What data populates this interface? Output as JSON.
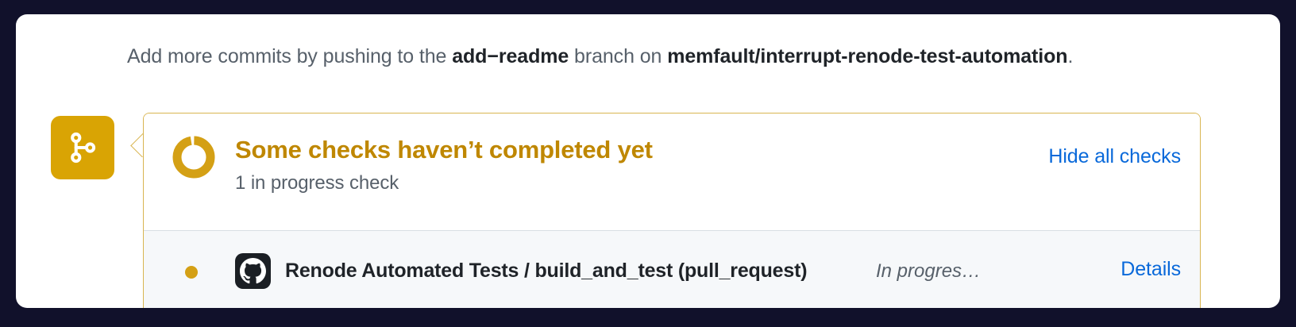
{
  "colors": {
    "page_background": "#11112b",
    "panel_background": "#ffffff",
    "accent_gold": "#d9a404",
    "title_gold": "#bf8700",
    "card_border_gold": "#d9b551",
    "link_blue": "#0969da",
    "row_background": "#f6f8fa",
    "muted_text": "#57606a",
    "strong_text": "#1f2328",
    "divider": "#d8dee4"
  },
  "commit_prompt": {
    "lead": "Add more commits by pushing to the ",
    "branch_name": "add−readme",
    "middle": " branch on ",
    "repository": "memfault/interrupt-renode-test-automation",
    "trailing": "."
  },
  "branch_badge": {
    "icon": "git-branch-icon"
  },
  "checks": {
    "status_icon": "in-progress-spinner-icon",
    "title": "Some checks haven’t completed yet",
    "subtitle": "1 in progress check",
    "hide_all_label": "Hide all checks",
    "rows": [
      {
        "dot_state": "in-progress",
        "app_icon": "github-octocat-icon",
        "name": "Renode Automated Tests / build_and_test (pull_request)",
        "status": "In progres…",
        "details_label": "Details"
      }
    ]
  }
}
